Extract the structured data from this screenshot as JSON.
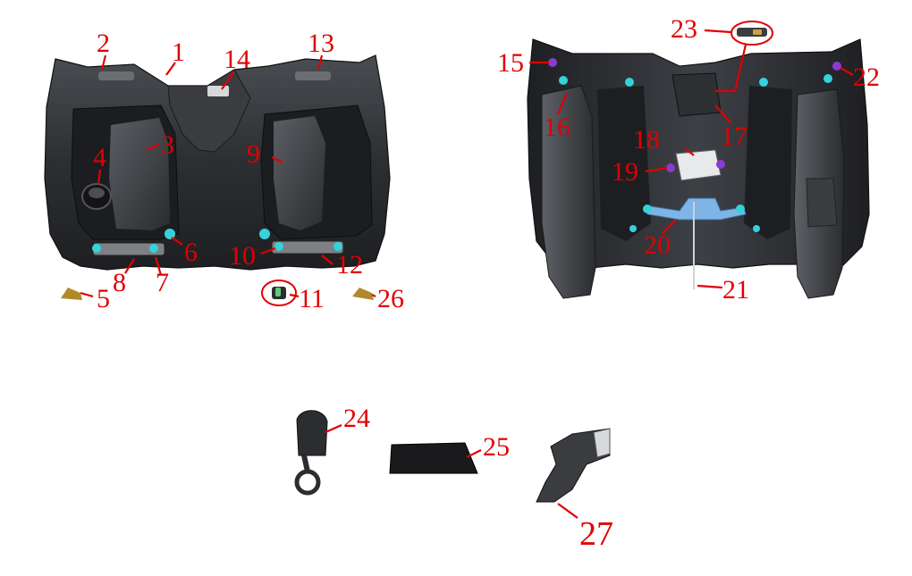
{
  "colors": {
    "callout": "#e00000",
    "panel_dark": "#2b2d30",
    "panel_mid": "#3a3c40",
    "panel_light": "#55585d",
    "fastener_cyan": "#35d2da",
    "fastener_purple": "#8a3bd0",
    "bracket_blue": "#7fb4e6",
    "clip_gold": "#b08a2a"
  },
  "callouts": [
    {
      "id": "1",
      "text": "1"
    },
    {
      "id": "2",
      "text": "2"
    },
    {
      "id": "3",
      "text": "3"
    },
    {
      "id": "4",
      "text": "4"
    },
    {
      "id": "5",
      "text": "5"
    },
    {
      "id": "6",
      "text": "6"
    },
    {
      "id": "7",
      "text": "7"
    },
    {
      "id": "8",
      "text": "8"
    },
    {
      "id": "9",
      "text": "9"
    },
    {
      "id": "10",
      "text": "10"
    },
    {
      "id": "11",
      "text": "11"
    },
    {
      "id": "12",
      "text": "12"
    },
    {
      "id": "13",
      "text": "13"
    },
    {
      "id": "14",
      "text": "14"
    },
    {
      "id": "15",
      "text": "15"
    },
    {
      "id": "16",
      "text": "16"
    },
    {
      "id": "17",
      "text": "17"
    },
    {
      "id": "18",
      "text": "18"
    },
    {
      "id": "19",
      "text": "19"
    },
    {
      "id": "20",
      "text": "20"
    },
    {
      "id": "21",
      "text": "21"
    },
    {
      "id": "22",
      "text": "22"
    },
    {
      "id": "23",
      "text": "23"
    },
    {
      "id": "24",
      "text": "24"
    },
    {
      "id": "25",
      "text": "25"
    },
    {
      "id": "26",
      "text": "26"
    },
    {
      "id": "27",
      "text": "27"
    }
  ]
}
